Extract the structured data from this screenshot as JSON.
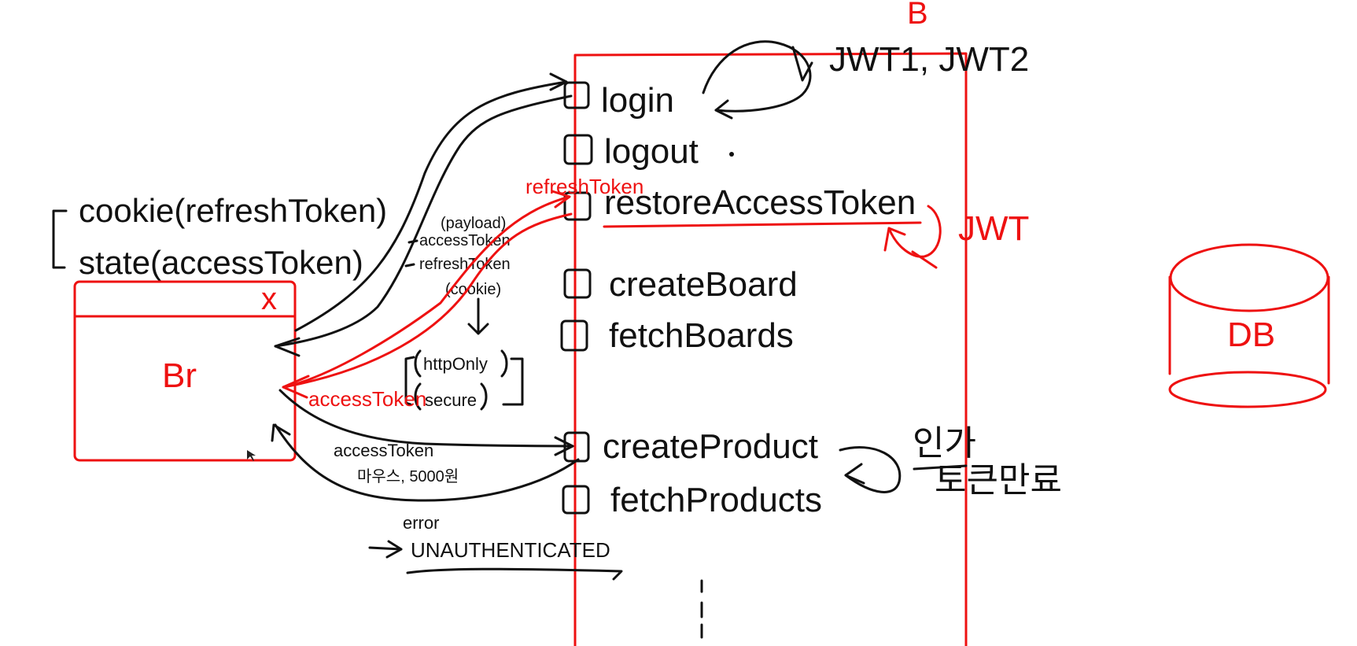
{
  "labels": {
    "backend": "B",
    "jwt_pair": "JWT1, JWT2",
    "jwt": "JWT",
    "db": "DB",
    "browser": "Br",
    "close": "x"
  },
  "api_items": [
    "login",
    "logout",
    "restoreAccessToken",
    "createBoard",
    "fetchBoards",
    "createProduct",
    "fetchProducts"
  ],
  "storage": {
    "cookie": "cookie(refreshToken)",
    "state": "state(accessToken)"
  },
  "payload": {
    "title": "(payload)",
    "access": "accessToken",
    "refresh": "refreshToken",
    "cookie": "(cookie)",
    "http_only": "httpOnly",
    "secure": "secure"
  },
  "red_annotations": {
    "refresh_token": "refreshToken",
    "access_token": "accessToken"
  },
  "product_request": {
    "token": "accessToken",
    "body": "마우스, 5000원"
  },
  "error": {
    "label": "error",
    "code": "UNAUTHENTICATED"
  },
  "authz": {
    "auth": "인가",
    "expired": "토큰만료"
  },
  "colors": {
    "ink": "#111111",
    "accent": "#ee1111"
  }
}
